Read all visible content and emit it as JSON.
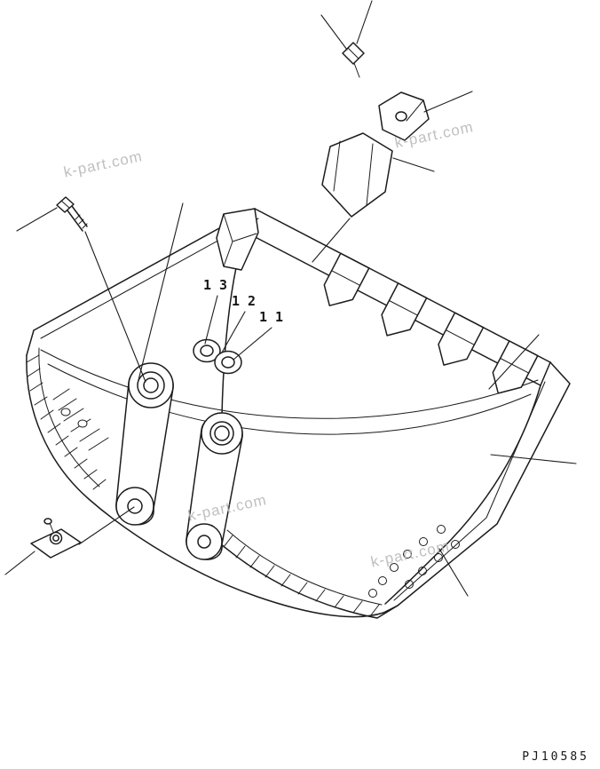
{
  "page": {
    "watermark_text": "k-part.com",
    "part_code": "PJ10585",
    "callouts": [
      {
        "label": "13"
      },
      {
        "label": "12"
      },
      {
        "label": "11"
      }
    ],
    "colors": {
      "line": "#1c1c1c",
      "watermark": "#b5b5b5",
      "background": "#ffffff"
    }
  }
}
